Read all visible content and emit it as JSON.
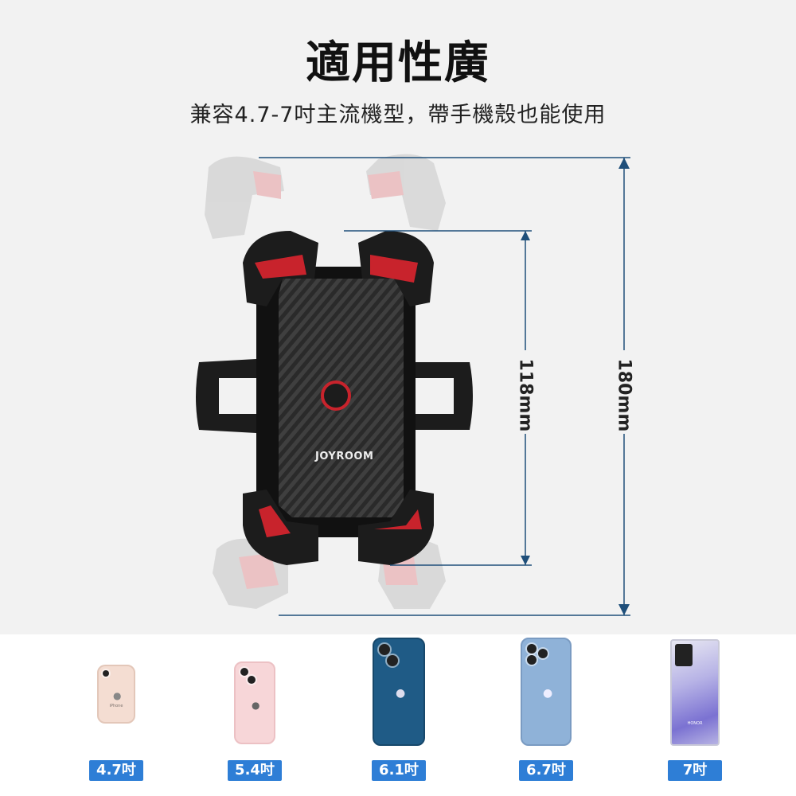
{
  "header": {
    "title": "適用性廣",
    "subtitle": "兼容4.7-7吋主流機型，帶手機殼也能使用"
  },
  "product": {
    "brand_logo": "JOYROOM"
  },
  "dimensions": {
    "inner": "118mm",
    "outer": "180mm"
  },
  "phones": [
    {
      "size": "4.7吋",
      "color": "#f4ddd2",
      "label": "iPhone"
    },
    {
      "size": "5.4吋",
      "color": "#f7d6d8",
      "label": ""
    },
    {
      "size": "6.1吋",
      "color": "#1f5b86",
      "label": ""
    },
    {
      "size": "6.7吋",
      "color": "#8fb2d8",
      "label": ""
    },
    {
      "size": "7吋",
      "color": "#9a94d6",
      "label": "HONOR"
    }
  ],
  "colors": {
    "accent_blue": "#2e7ed6",
    "holder_red": "#c8232c",
    "holder_black": "#1c1c1c"
  }
}
